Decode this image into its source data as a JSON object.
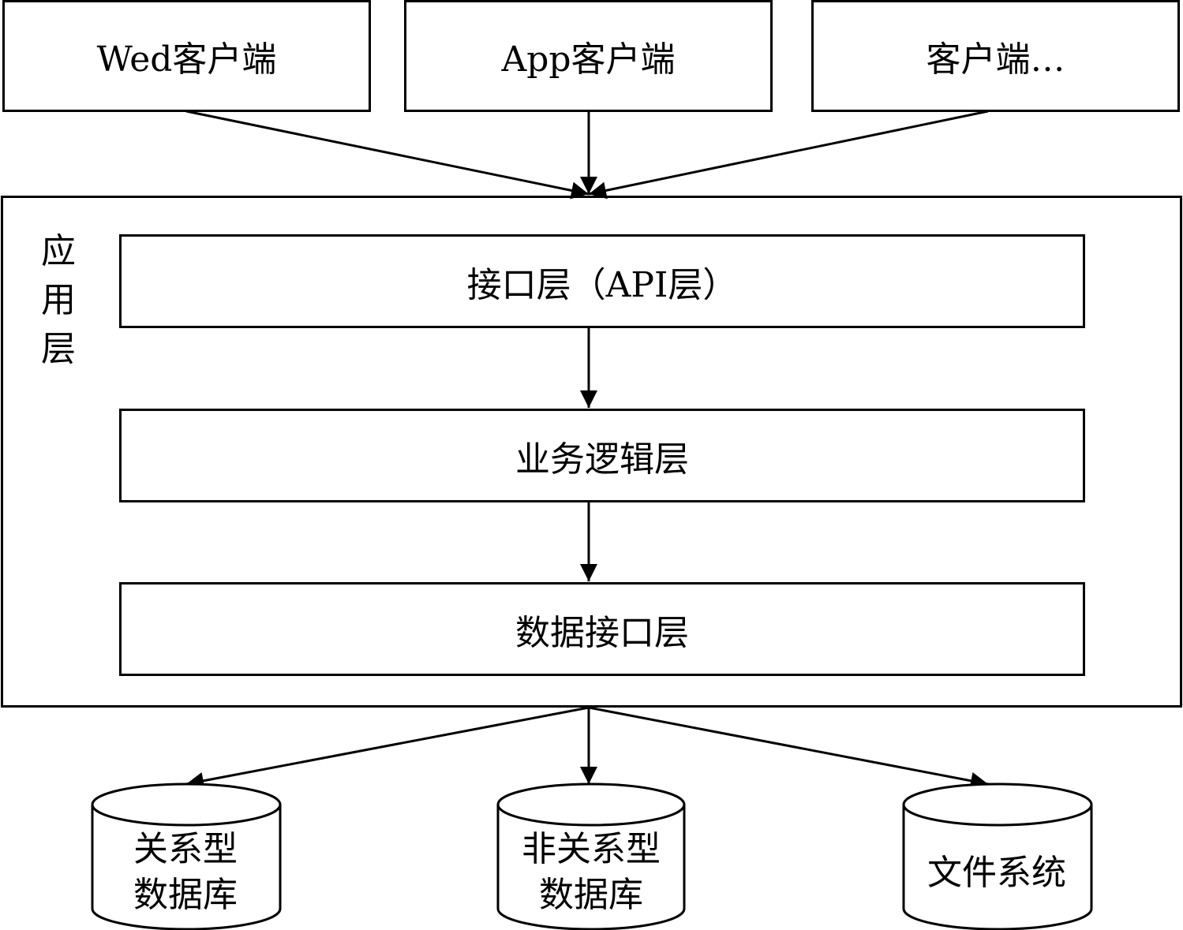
{
  "clients": [
    {
      "label": "Wed客户端"
    },
    {
      "label": "App客户端"
    },
    {
      "label": "客户端…"
    }
  ],
  "application_layer": {
    "label": "应用层",
    "label_chars": [
      "应",
      "用",
      "层"
    ],
    "sublayers": [
      {
        "label": "接口层（API层）"
      },
      {
        "label": "业务逻辑层"
      },
      {
        "label": "数据接口层"
      }
    ]
  },
  "storage": [
    {
      "label_lines": [
        "关系型",
        "数据库"
      ]
    },
    {
      "label_lines": [
        "非关系型",
        "数据库"
      ]
    },
    {
      "label_lines": [
        "文件系统"
      ]
    }
  ],
  "colors": {
    "stroke": "#000000",
    "background": "#ffffff"
  }
}
